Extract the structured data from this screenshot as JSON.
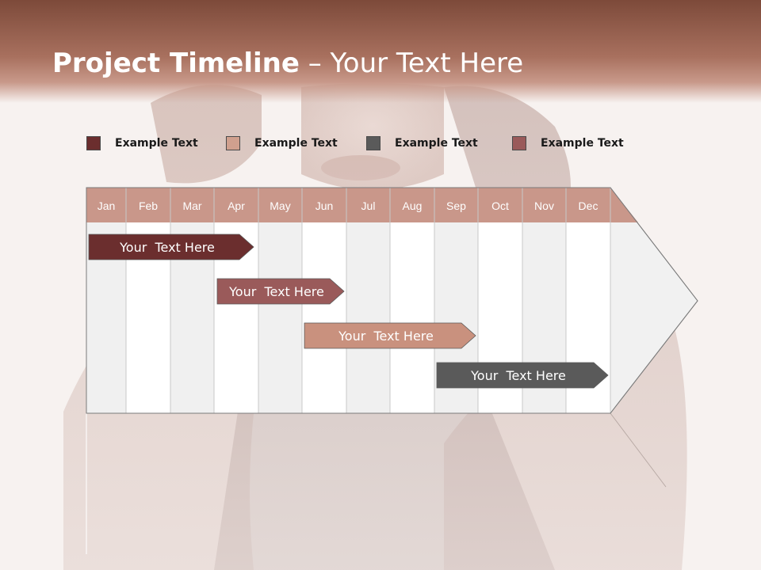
{
  "slide": {
    "title_bold": "Project Timeline",
    "title_rest": " – Your Text Here"
  },
  "legend": [
    {
      "label": "Example Text",
      "color": "#6b2e2e"
    },
    {
      "label": "Example Text",
      "color": "#d0a08e"
    },
    {
      "label": "Example Text",
      "color": "#5a5a5a"
    },
    {
      "label": "Example Text",
      "color": "#9a5a5a"
    }
  ],
  "chart_data": {
    "type": "gantt",
    "months": [
      "Jan",
      "Feb",
      "Mar",
      "Apr",
      "May",
      "Jun",
      "Jul",
      "Aug",
      "Sep",
      "Oct",
      "Nov",
      "Dec"
    ],
    "tasks": [
      {
        "label": "Your  Text Here",
        "start_month": "Jan",
        "end_month": "Apr",
        "color": "#6b2e2e"
      },
      {
        "label": "Your  Text Here",
        "start_month": "Apr",
        "end_month": "Jun",
        "color": "#9a5a5a"
      },
      {
        "label": "Your  Text Here",
        "start_month": "Jun",
        "end_month": "Sep",
        "color": "#c9917e"
      },
      {
        "label": "Your  Text Here",
        "start_month": "Sep",
        "end_month": "Dec",
        "color": "#5a5a5a"
      }
    ]
  }
}
